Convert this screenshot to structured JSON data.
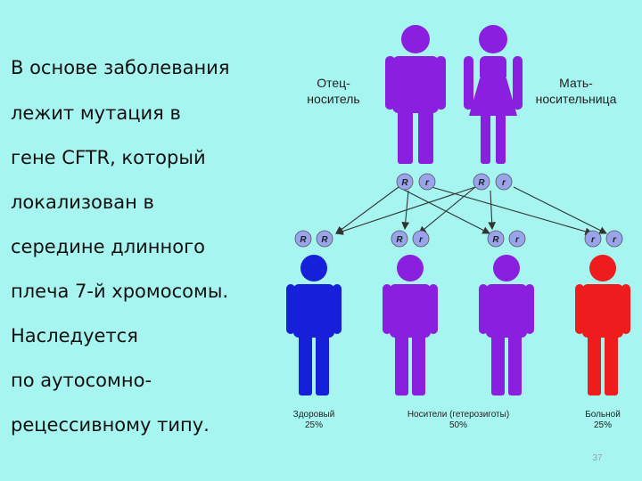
{
  "text": {
    "lines": [
      "В основе заболевания",
      "лежит мутация в",
      "гене CFTR, который",
      "локализован в",
      "середине длинного",
      "плеча 7-й хромосомы.",
      "Наследуется",
      "по аутосомно-",
      "рецессивному типу."
    ]
  },
  "diagram": {
    "father": {
      "label_line1": "Отец-",
      "label_line2": "носитель",
      "alleles": [
        "R",
        "r"
      ],
      "color": "#8b1fe0"
    },
    "mother": {
      "label_line1": "Мать-",
      "label_line2": "носительница",
      "alleles": [
        "R",
        "r"
      ],
      "color": "#8b1fe0"
    },
    "children": [
      {
        "alleles": [
          "R",
          "R"
        ],
        "color": "#1620d8"
      },
      {
        "alleles": [
          "R",
          "r"
        ],
        "color": "#8b1fe0"
      },
      {
        "alleles": [
          "R",
          "r"
        ],
        "color": "#8b1fe0"
      },
      {
        "alleles": [
          "r",
          "r"
        ],
        "color": "#ee1c1c"
      }
    ],
    "captions": {
      "healthy": {
        "line1": "Здоровый",
        "line2": "25%"
      },
      "carriers": {
        "line1": "Носители (гетерозиготы)",
        "line2": "50%"
      },
      "sick": {
        "line1": "Больной",
        "line2": "25%"
      }
    },
    "allele_circle_color": "#9aa4ec"
  },
  "page_number": "37"
}
